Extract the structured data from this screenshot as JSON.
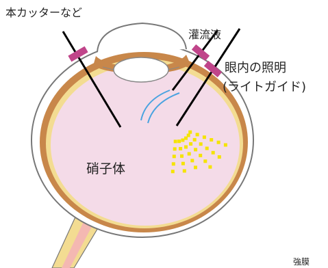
{
  "labels": {
    "cutter": "本カッターなど",
    "irrigation": "灌流液",
    "illumination": "眼内の照明",
    "illumination_sub": "(ライトガイド)",
    "vitreous": "硝子体",
    "sclera": "強膜"
  },
  "colors": {
    "sclera_fill": "#ffffff",
    "sclera_stroke": "#777777",
    "choroid": "#c8874a",
    "retina": "#f3dc92",
    "vitreous": "#f4dbe8",
    "instrument": "#000000",
    "port": "#c0458a",
    "fluid": "#4aa3e0",
    "light": "#f5e400",
    "optic_nerve": "#f3dc92",
    "optic_nerve_core": "#f4b8b2"
  }
}
